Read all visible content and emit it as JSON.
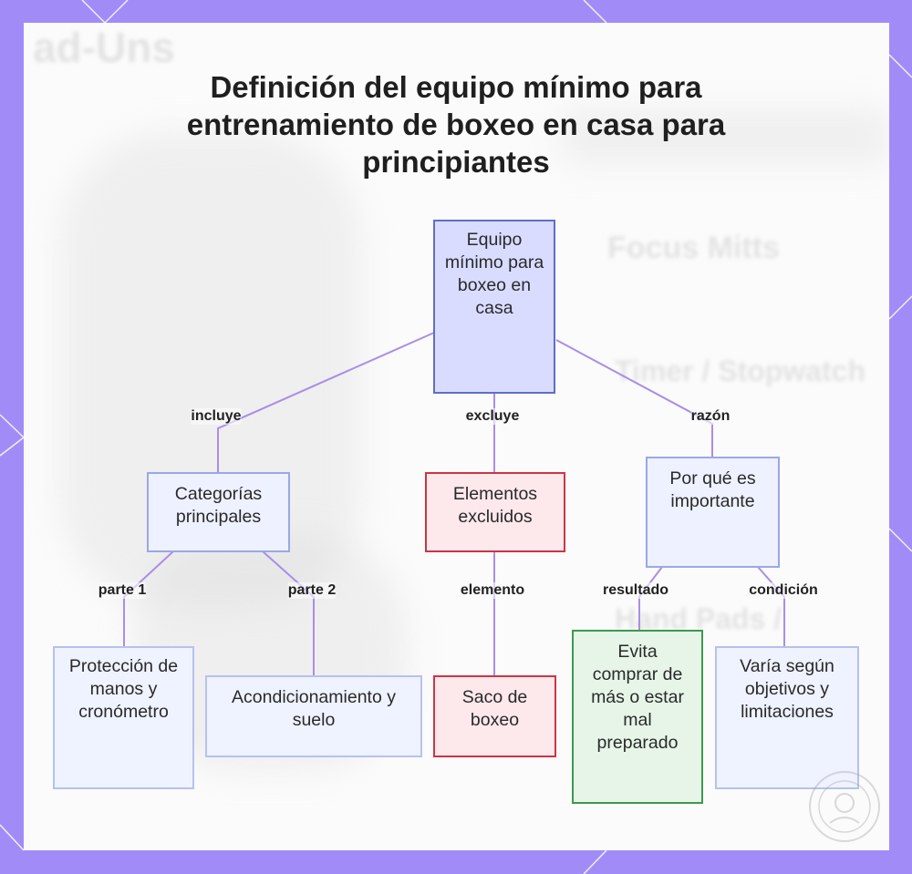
{
  "title": "Definición del equipo mínimo para entrenamiento de boxeo en casa para principiantes",
  "nodes": {
    "root": "Equipo mínimo para boxeo en casa",
    "categorias": "Categorías principales",
    "excluidos": "Elementos excluidos",
    "porque": "Por qué es importante",
    "proteccion": "Protección de manos y cronómetro",
    "acondicionamiento": "Acondicionamiento y suelo",
    "saco": "Saco de boxeo",
    "evita": "Evita comprar de más o estar mal preparado",
    "varia": "Varía según objetivos y limitaciones"
  },
  "edges": {
    "incluye": "incluye",
    "excluye": "excluye",
    "razon": "razón",
    "parte1": "parte 1",
    "parte2": "parte 2",
    "elemento": "elemento",
    "resultado": "resultado",
    "condicion": "condición"
  },
  "background_text": {
    "top_left": "ad-Uns",
    "row1": "Focus Mitts",
    "row2": "Timer / Stopwatch",
    "row3": "Hand Pads /"
  },
  "colors": {
    "frame": "#a18cf7",
    "edge": "#a98ee8",
    "root_fill": "#d9dcff",
    "excluded_border": "#cc3545",
    "result_border": "#3c9a4c"
  }
}
